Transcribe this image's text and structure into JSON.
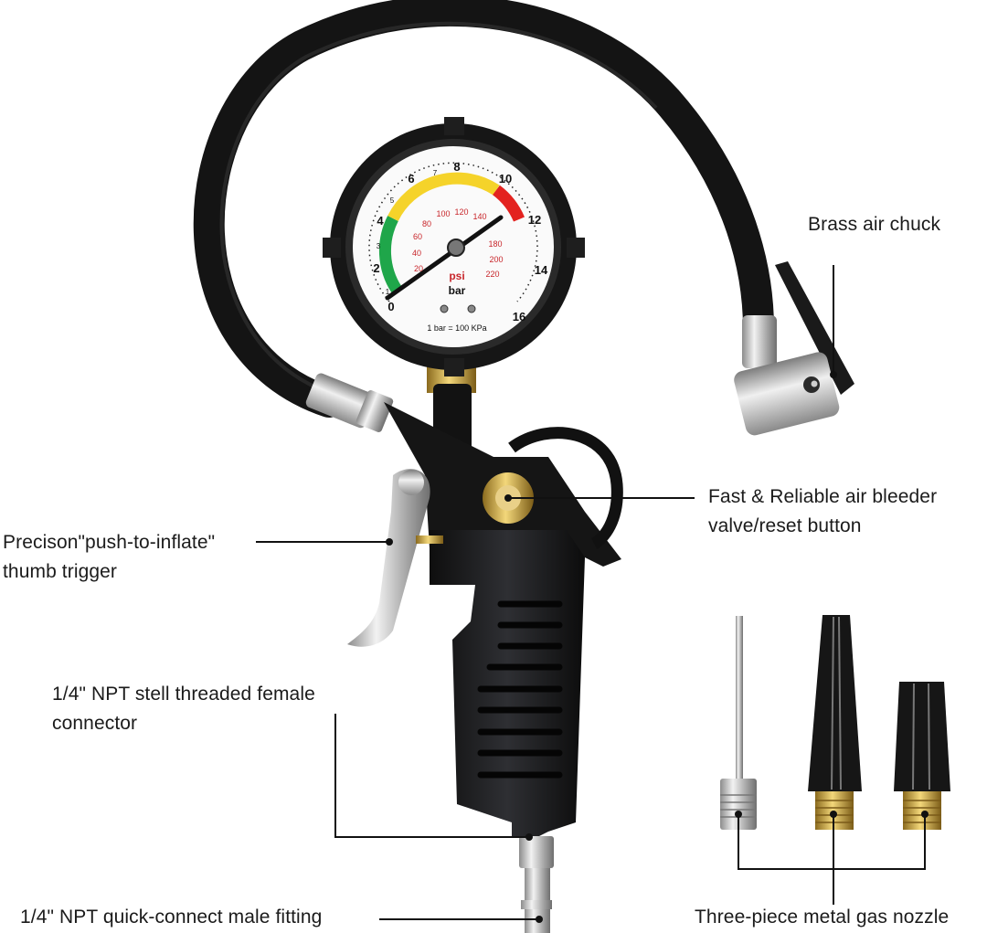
{
  "title": "Tire inflator with pressure gauge — annotated parts diagram",
  "gauge": {
    "bar_major_ticks": [
      "0",
      "2",
      "4",
      "6",
      "8",
      "10",
      "12",
      "14",
      "16"
    ],
    "bar_minor_labels": [
      "1",
      "3",
      "5",
      "7"
    ],
    "psi_ticks": [
      "20",
      "40",
      "60",
      "80",
      "100",
      "120",
      "140",
      "180",
      "200",
      "220"
    ],
    "unit_psi": "psi",
    "unit_bar": "bar",
    "conversion_note": "1 bar = 100 KPa",
    "zones": [
      {
        "name": "green",
        "color": "#1fa64a",
        "range_bar": [
          0.3,
          4
        ]
      },
      {
        "name": "yellow",
        "color": "#f5d32a",
        "range_bar": [
          4,
          10
        ]
      },
      {
        "name": "red",
        "color": "#e3221f",
        "range_bar": [
          10,
          12
        ]
      }
    ],
    "psi_color": "#c8262b"
  },
  "callouts": [
    {
      "id": "air-chuck",
      "lines": [
        "Brass air chuck"
      ]
    },
    {
      "id": "bleeder-valve",
      "lines": [
        "Fast & Reliable air bleeder",
        "valve/reset button"
      ]
    },
    {
      "id": "thumb-trigger",
      "lines": [
        "Precison\"push-to-inflate\"",
        "thumb trigger"
      ]
    },
    {
      "id": "female-connector",
      "lines": [
        "1/4\" NPT stell threaded female",
        "connector"
      ]
    },
    {
      "id": "male-fitting",
      "lines": [
        "1/4\" NPT quick-connect male fitting"
      ]
    },
    {
      "id": "gas-nozzle",
      "lines": [
        "Three-piece metal gas nozzle"
      ]
    }
  ],
  "colors": {
    "rubber": "#141414",
    "body": "#1c1c1e",
    "chrome": "#c9c9c9",
    "brass": "#c9a23a",
    "leader_line": "#111111"
  }
}
